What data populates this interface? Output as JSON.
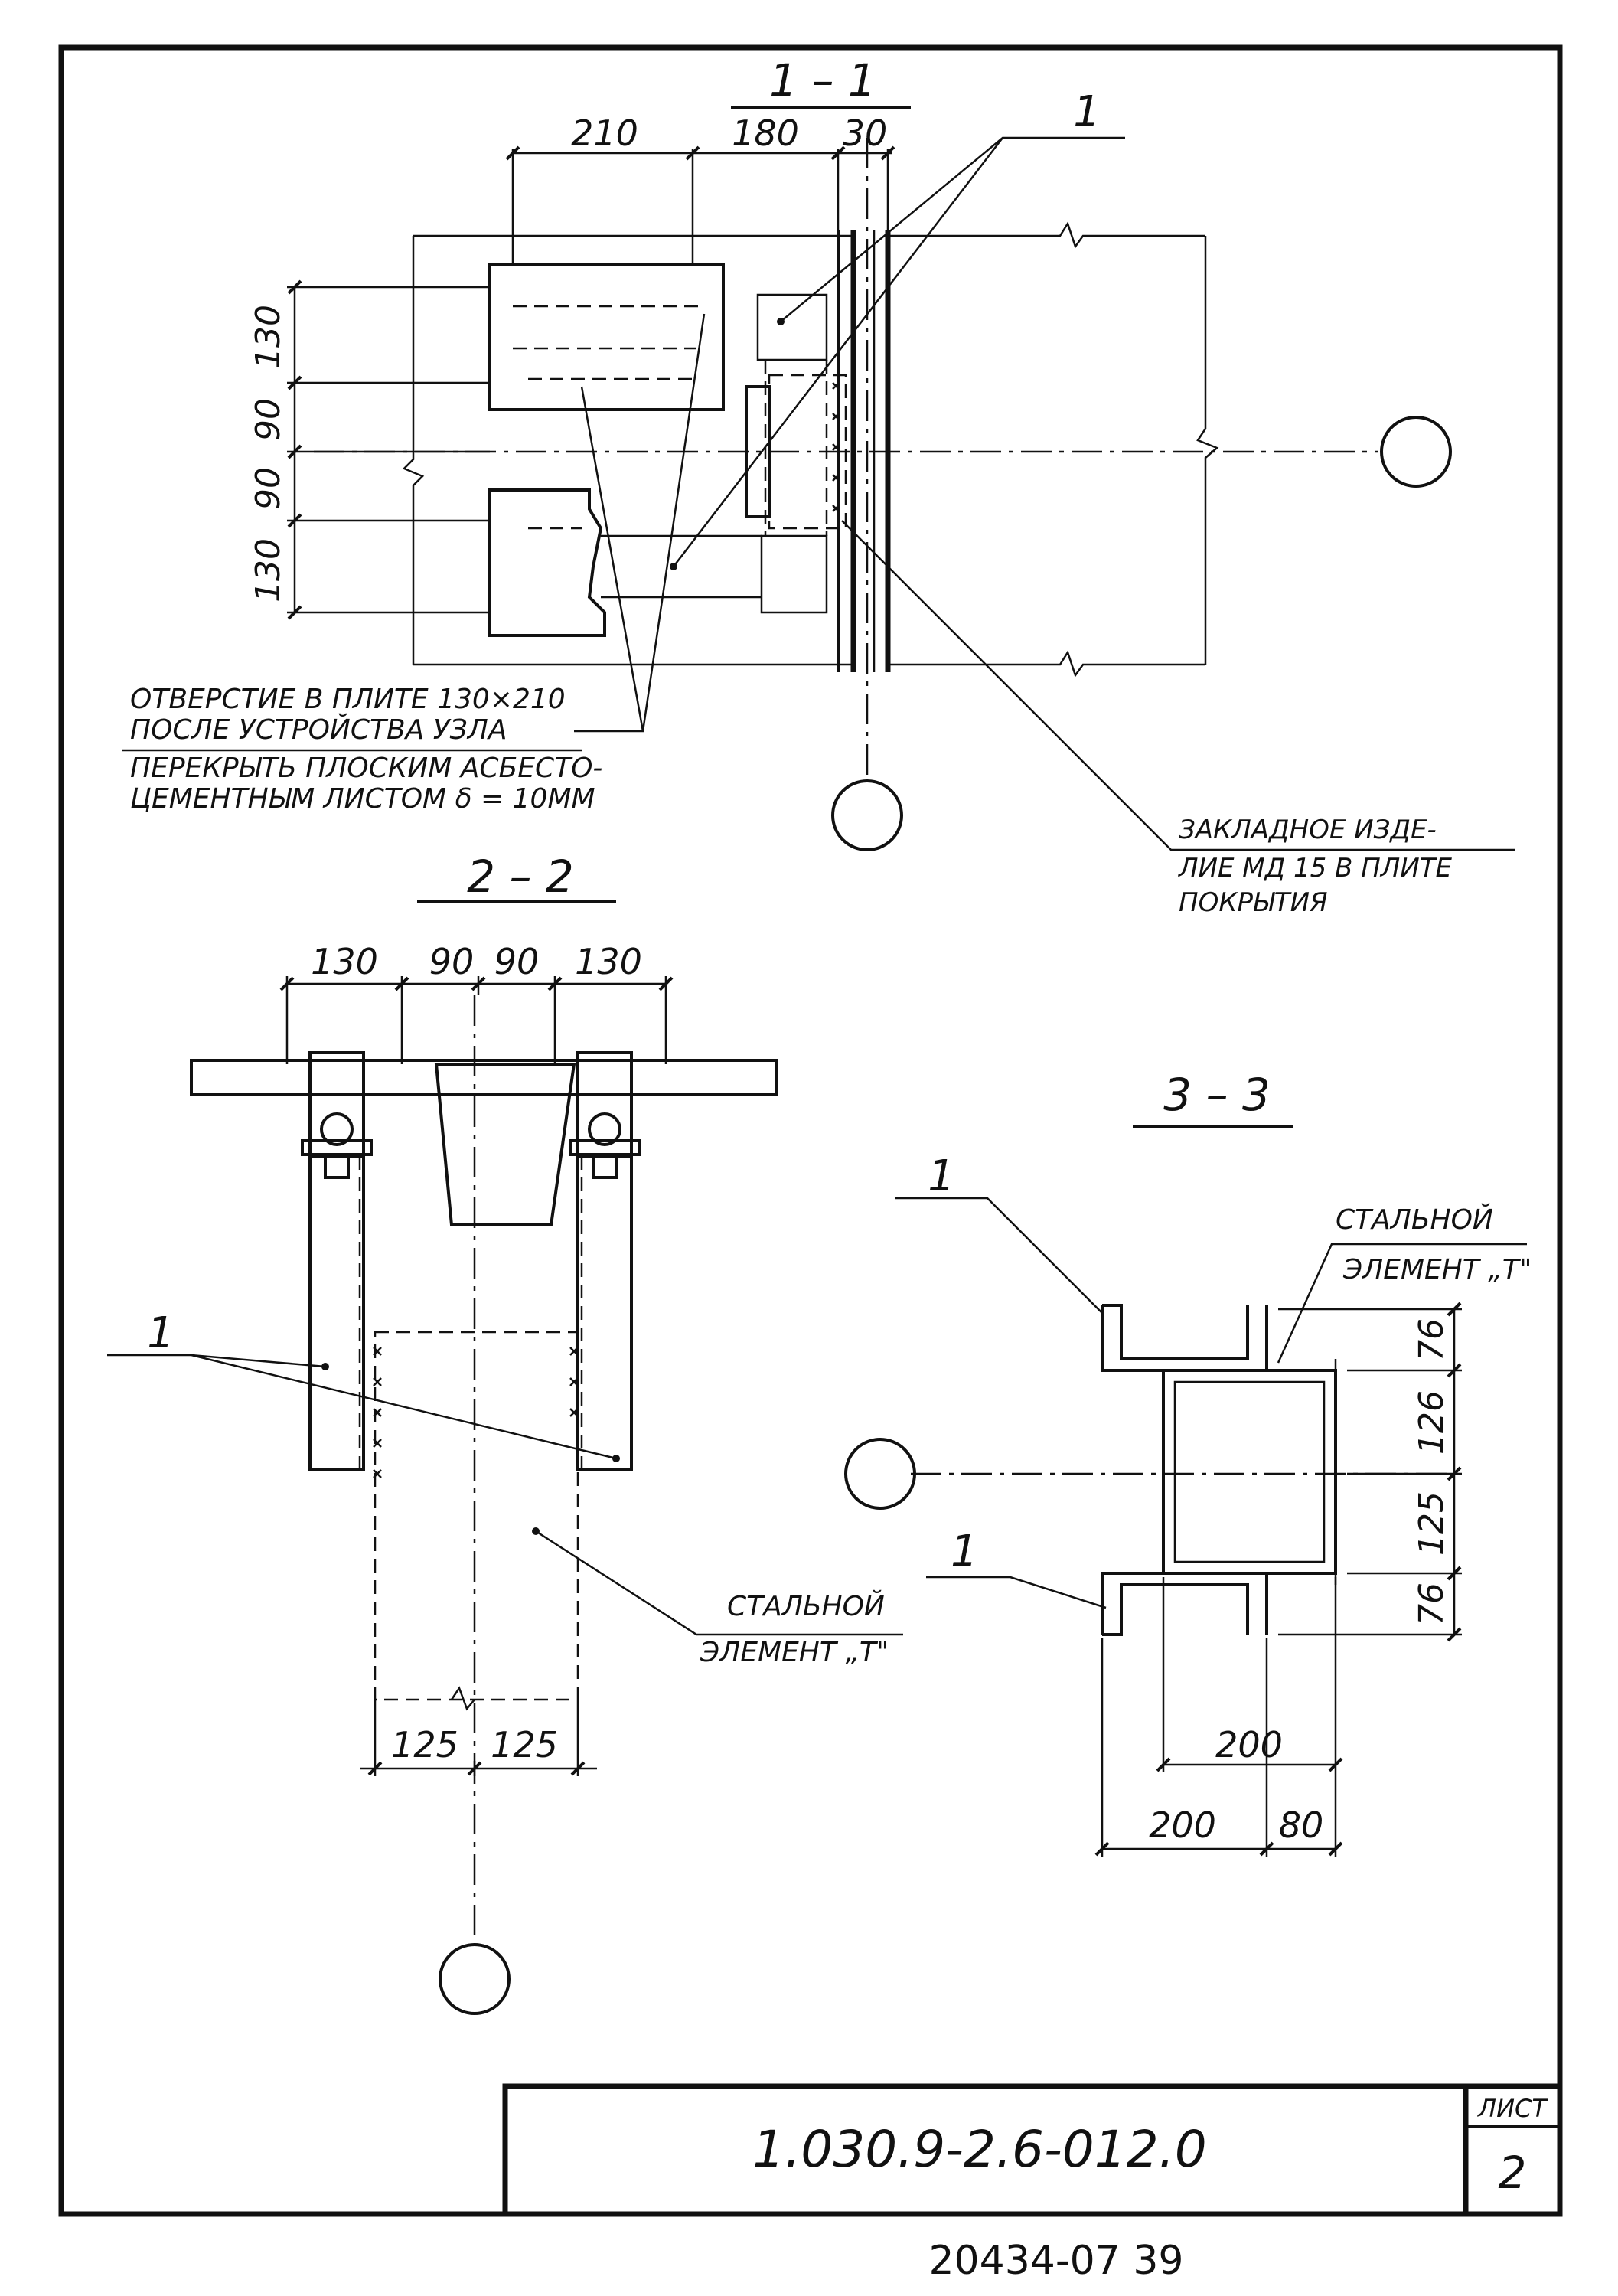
{
  "sections": {
    "s11": {
      "title": "1 – 1",
      "dims_top": [
        "210",
        "180",
        "30"
      ],
      "dims_left": [
        "130",
        "90",
        "90",
        "130"
      ],
      "callout": "1",
      "note_hole_line1": "ОТВЕРСТИЕ В ПЛИТЕ 130×210",
      "note_hole_line2": "ПОСЛЕ УСТРОЙСТВА УЗЛА",
      "note_cover_line1": "ПЕРЕКРЫТЬ ПЛОСКИМ АСБЕСТО-",
      "note_cover_line2": "ЦЕМЕНТНЫМ ЛИСТОМ δ = 10ММ",
      "note_embed_line1": "ЗАКЛАДНОЕ ИЗДЕ-",
      "note_embed_line2": "ЛИЕ МД 15 В ПЛИТЕ",
      "note_embed_line3": "ПОКРЫТИЯ"
    },
    "s22": {
      "title": "2 – 2",
      "dims_top": [
        "130",
        "90",
        "90",
        "130"
      ],
      "dims_bottom": [
        "125",
        "125"
      ],
      "callout": "1",
      "label_line1": "СТАЛЬНОЙ",
      "label_line2": "ЭЛЕМЕНТ „Т\""
    },
    "s33": {
      "title": "3 – 3",
      "callout_top": "1",
      "callout_bottom": "1",
      "label_line1": "СТАЛЬНОЙ",
      "label_line2": "ЭЛЕМЕНТ „Т\"",
      "dims_right": [
        "76",
        "126",
        "125",
        "76"
      ],
      "dim_inner": "200",
      "dims_bottom": [
        "200",
        "80"
      ]
    }
  },
  "title_block": {
    "doc_number": "1.030.9-2.6-012.0",
    "sheet_label": "ЛИСТ",
    "sheet_number": "2"
  },
  "archive_number": "20434-07   39"
}
